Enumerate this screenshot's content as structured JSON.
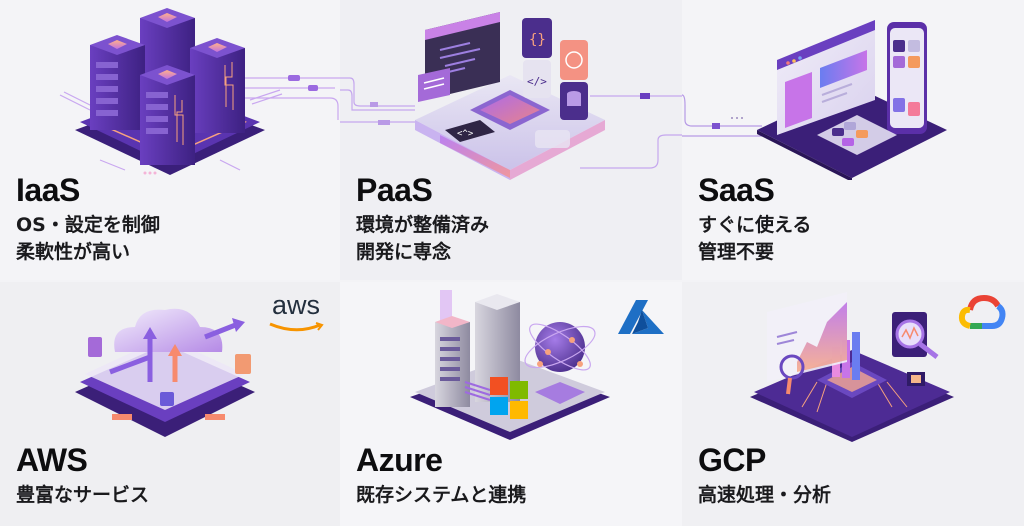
{
  "service_models": [
    {
      "title": "IaaS",
      "lines": [
        "OS・設定を制御",
        "柔軟性が高い"
      ],
      "illustration": "server-racks-illustration"
    },
    {
      "title": "PaaS",
      "lines": [
        "環境が整備済み",
        "開発に専念"
      ],
      "illustration": "dev-platform-illustration"
    },
    {
      "title": "SaaS",
      "lines": [
        "すぐに使える",
        "管理不要"
      ],
      "illustration": "apps-devices-illustration"
    }
  ],
  "providers": [
    {
      "title": "AWS",
      "lines": [
        "豊富なサービス"
      ],
      "logo": "aws-logo",
      "logo_text": "aws",
      "logo_color": "#232f3e",
      "accent": "#f79400"
    },
    {
      "title": "Azure",
      "lines": [
        "既存システムと連携"
      ],
      "logo": "azure-logo",
      "logo_color": "#1e6fc5"
    },
    {
      "title": "GCP",
      "lines": [
        "高速処理・分析"
      ],
      "logo": "google-cloud-logo",
      "logo_colors": [
        "#ea4335",
        "#4285f4",
        "#34a853",
        "#fbbc04"
      ]
    }
  ],
  "palette": {
    "primary_purple": "#5b2fa8",
    "deep_purple": "#3b1f78",
    "accent_pink": "#e879c9",
    "accent_orange": "#f59e7a"
  }
}
